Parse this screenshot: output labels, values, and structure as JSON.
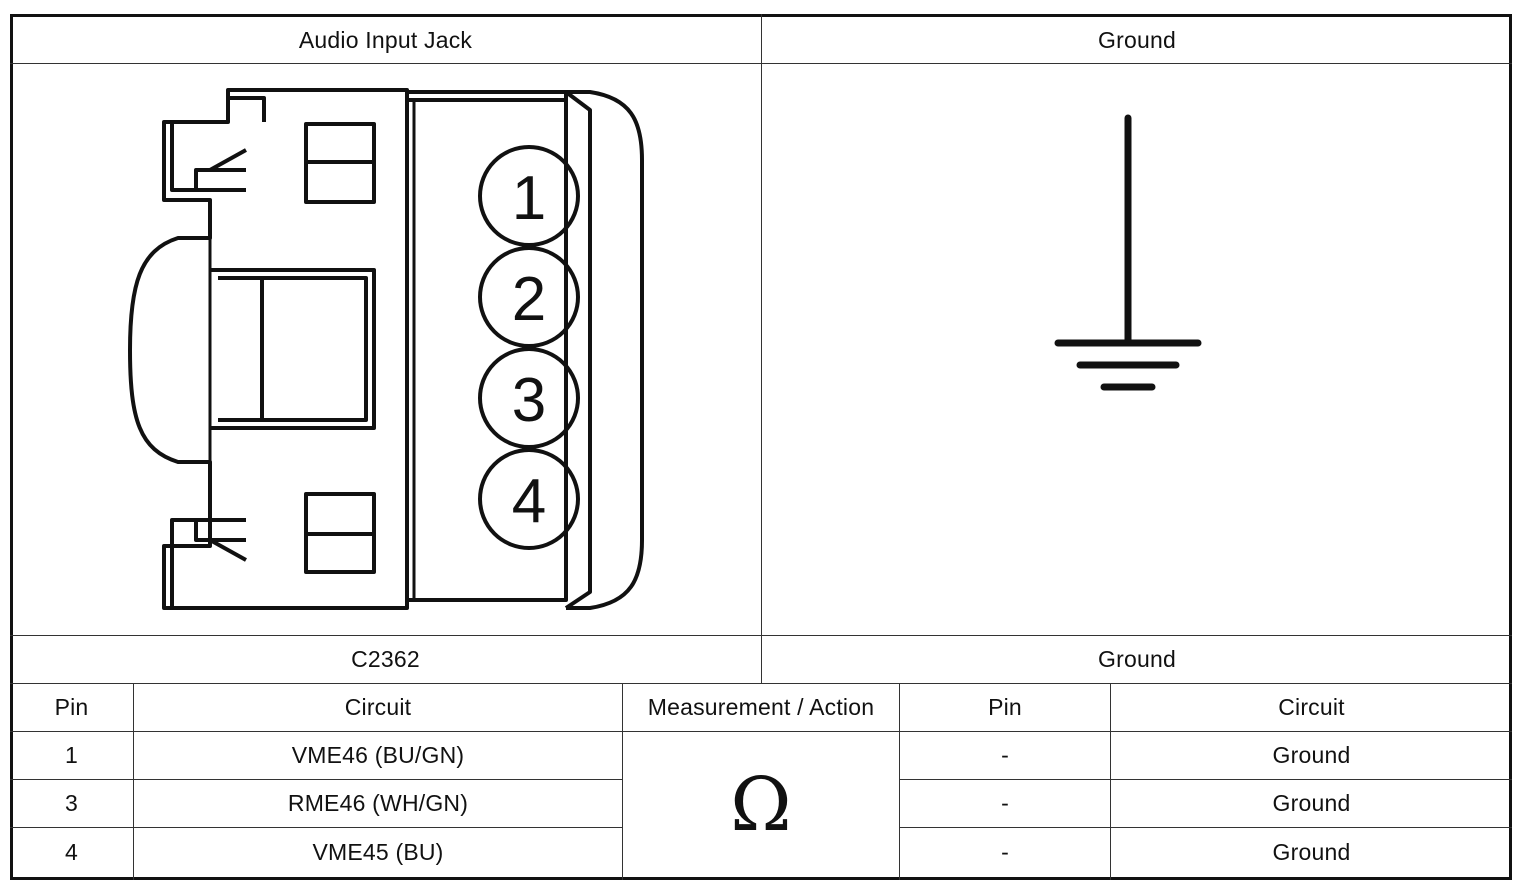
{
  "header": {
    "left": "Audio Input Jack",
    "right": "Ground"
  },
  "connector": {
    "pins": [
      "1",
      "2",
      "3",
      "4"
    ]
  },
  "subheader": {
    "left": "C2362",
    "right": "Ground"
  },
  "table": {
    "columns": [
      "Pin",
      "Circuit",
      "Measurement / Action",
      "Pin",
      "Circuit"
    ],
    "measurement_symbol": "Ω",
    "rows": [
      {
        "pin": "1",
        "circuit": "VME46 (BU/GN)",
        "pin2": "-",
        "circuit2": "Ground"
      },
      {
        "pin": "3",
        "circuit": "RME46 (WH/GN)",
        "pin2": "-",
        "circuit2": "Ground"
      },
      {
        "pin": "4",
        "circuit": "VME45 (BU)",
        "pin2": "-",
        "circuit2": "Ground"
      }
    ]
  }
}
